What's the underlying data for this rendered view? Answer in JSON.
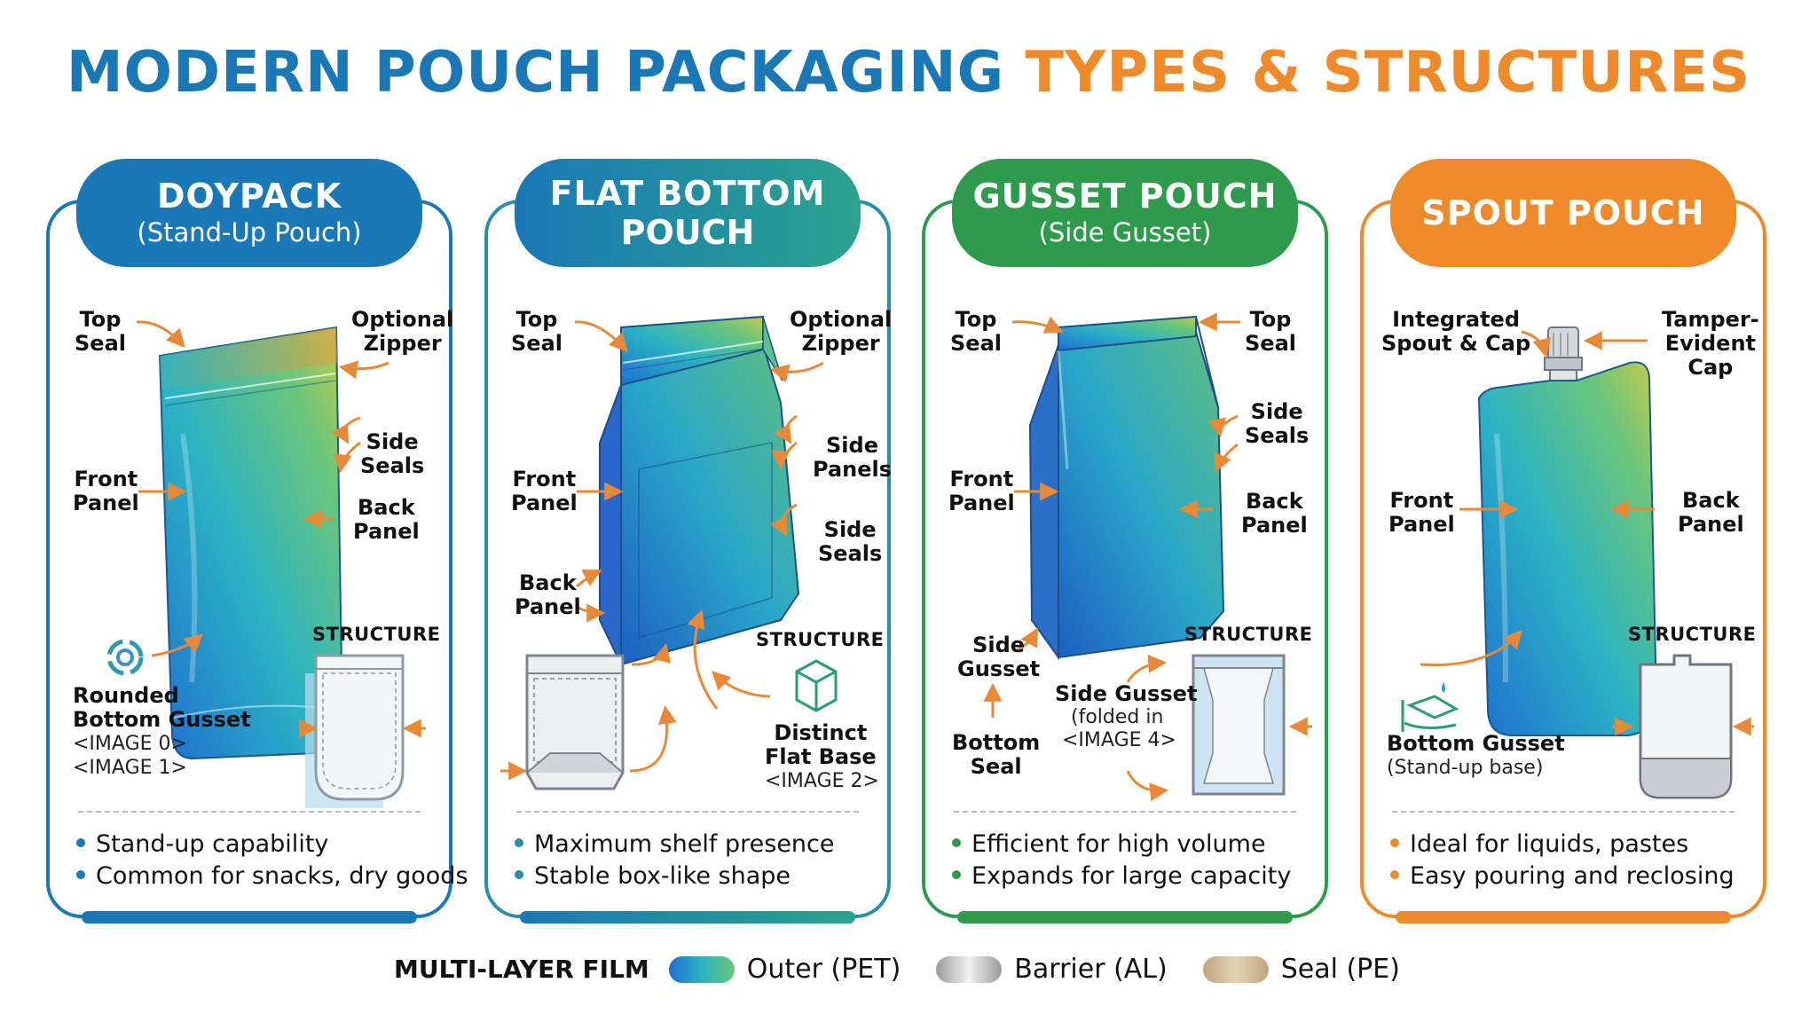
{
  "title": {
    "part1": "MODERN POUCH PACKAGING",
    "part2": "TYPES & STRUCTURES"
  },
  "colors": {
    "blue": "#1a78b6",
    "teal": "#2a8fa6",
    "green": "#2e9a4c",
    "orange": "#ef8a2b"
  },
  "structure_label": "STRUCTURE",
  "cards": [
    {
      "header": [
        "DOYPACK",
        "(Stand-Up Pouch)"
      ],
      "labels": {
        "top_seal": "Top\nSeal",
        "zipper": "Optional\nZipper",
        "side_seals": "Side\nSeals",
        "front": "Front\nPanel",
        "back": "Back\nPanel",
        "gusset": "Rounded\nBottom Gusset",
        "img_a": "<IMAGE 0>",
        "img_b": "<IMAGE 1>"
      },
      "bullets": [
        "Stand-up capability",
        "Common for snacks, dry goods"
      ]
    },
    {
      "header": [
        "FLAT BOTTOM",
        "POUCH"
      ],
      "labels": {
        "top_seal": "Top\nSeal",
        "zipper": "Optional\nZipper",
        "side_panels": "Side\nPanels",
        "side_seals": "Side\nSeals",
        "front": "Front\nPanel",
        "back": "Back\nPanel",
        "flat_base": "Distinct\nFlat Base",
        "img_a": "<IMAGE 2>"
      },
      "bullets": [
        "Maximum shelf presence",
        "Stable box-like shape"
      ]
    },
    {
      "header": [
        "GUSSET POUCH",
        "(Side Gusset)"
      ],
      "labels": {
        "top_seal_l": "Top\nSeal",
        "top_seal_r": "Top\nSeal",
        "side_seals": "Side\nSeals",
        "front": "Front\nPanel",
        "back": "Back\nPanel",
        "side_gusset": "Side\nGusset",
        "bottom_seal": "Bottom\nSeal",
        "sg_struct": "Side Gusset",
        "sg_note_a": "(folded in",
        "sg_note_b": "<IMAGE 4>"
      },
      "bullets": [
        "Efficient for high volume",
        "Expands for large capacity"
      ]
    },
    {
      "header": [
        "SPOUT POUCH"
      ],
      "labels": {
        "spout": "Integrated\nSpout & Cap",
        "tamper": "Tamper-\nEvident\nCap",
        "front": "Front\nPanel",
        "back": "Back\nPanel",
        "bottom_gusset": "Bottom Gusset",
        "bottom_note": "(Stand-up base)"
      },
      "bullets": [
        "Ideal for liquids, pastes",
        "Easy pouring and reclosing"
      ]
    }
  ],
  "legend": {
    "title": "MULTI-LAYER FILM",
    "items": [
      {
        "label": "Outer (PET)",
        "color": "gradient-blue-green"
      },
      {
        "label": "Barrier (AL)",
        "color": "#c8c8c8"
      },
      {
        "label": "Seal (PE)",
        "color": "#c9b48e"
      }
    ]
  }
}
